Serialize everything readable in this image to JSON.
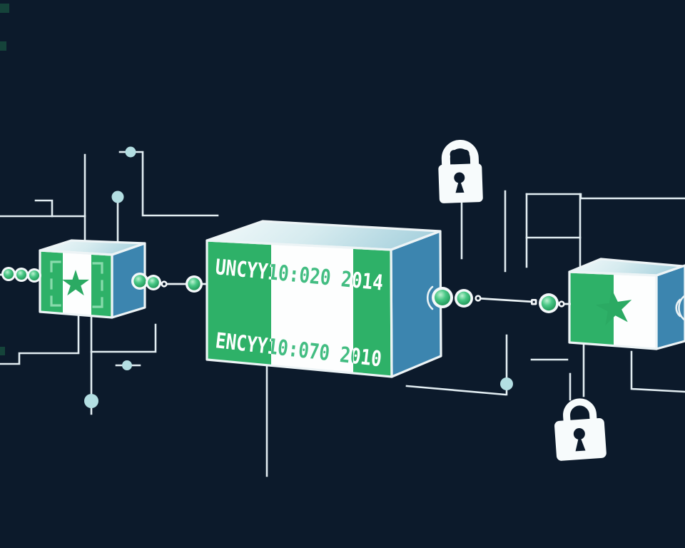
{
  "art": {
    "description": "Encrypted data transfer illustration: three open striped boxes linked by bead wires, circuit traces, nodes and padlocks",
    "palette": {
      "background": "#0C1A2B",
      "green": "#2EB168",
      "star_green": "#2BAA63",
      "blue": "#3C85AF",
      "face_white": "#FDFEFE",
      "outline": "#EDF4F6",
      "wire": "#E2EDF2",
      "node": "#B3DEE2",
      "bracket": "#88DBAC",
      "bead_green": "#48C785",
      "text_green": "#43BD82",
      "text_white": "#FFFFFF",
      "lock_white": "#F7FBFC",
      "edge_square_green": "#1A5A42"
    },
    "center_box": {
      "line1": "UNCYY10:020 2014",
      "line2": "ENCYY10:070 2010"
    }
  }
}
